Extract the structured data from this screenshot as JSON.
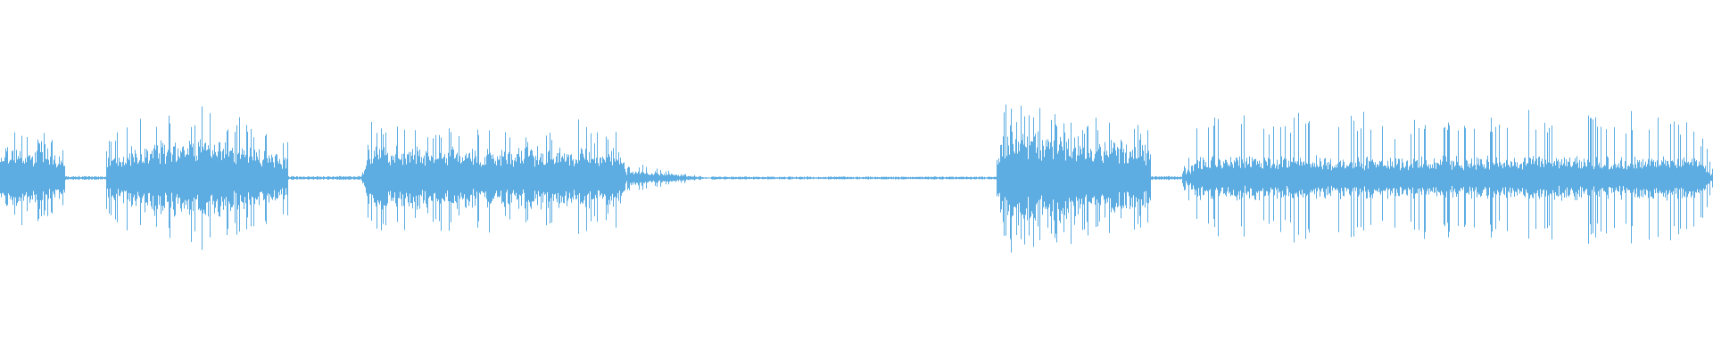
{
  "waveform": {
    "color": "#5dade2",
    "background": "#ffffff",
    "segments": [
      {
        "kind": "speech",
        "start": 0.0,
        "end": 0.038,
        "peak": 0.3,
        "body": 0.14,
        "shape": "decay"
      },
      {
        "kind": "silence",
        "start": 0.038,
        "end": 0.062,
        "level": 0.01
      },
      {
        "kind": "speech",
        "start": 0.062,
        "end": 0.168,
        "peak": 0.4,
        "body": 0.17,
        "shape": "swell"
      },
      {
        "kind": "silence",
        "start": 0.168,
        "end": 0.211,
        "level": 0.01
      },
      {
        "kind": "speech",
        "start": 0.211,
        "end": 0.366,
        "peak": 0.3,
        "body": 0.13,
        "shape": "plateau"
      },
      {
        "kind": "tail",
        "start": 0.366,
        "end": 0.415,
        "peak": 0.08,
        "body": 0.04,
        "shape": "fade"
      },
      {
        "kind": "silence",
        "start": 0.415,
        "end": 0.582,
        "level": 0.008
      },
      {
        "kind": "speech",
        "start": 0.582,
        "end": 0.672,
        "peak": 0.42,
        "body": 0.22,
        "shape": "decay"
      },
      {
        "kind": "silence",
        "start": 0.672,
        "end": 0.69,
        "level": 0.01
      },
      {
        "kind": "speech",
        "start": 0.69,
        "end": 1.0,
        "peak": 0.34,
        "body": 0.09,
        "shape": "plateau"
      }
    ]
  }
}
